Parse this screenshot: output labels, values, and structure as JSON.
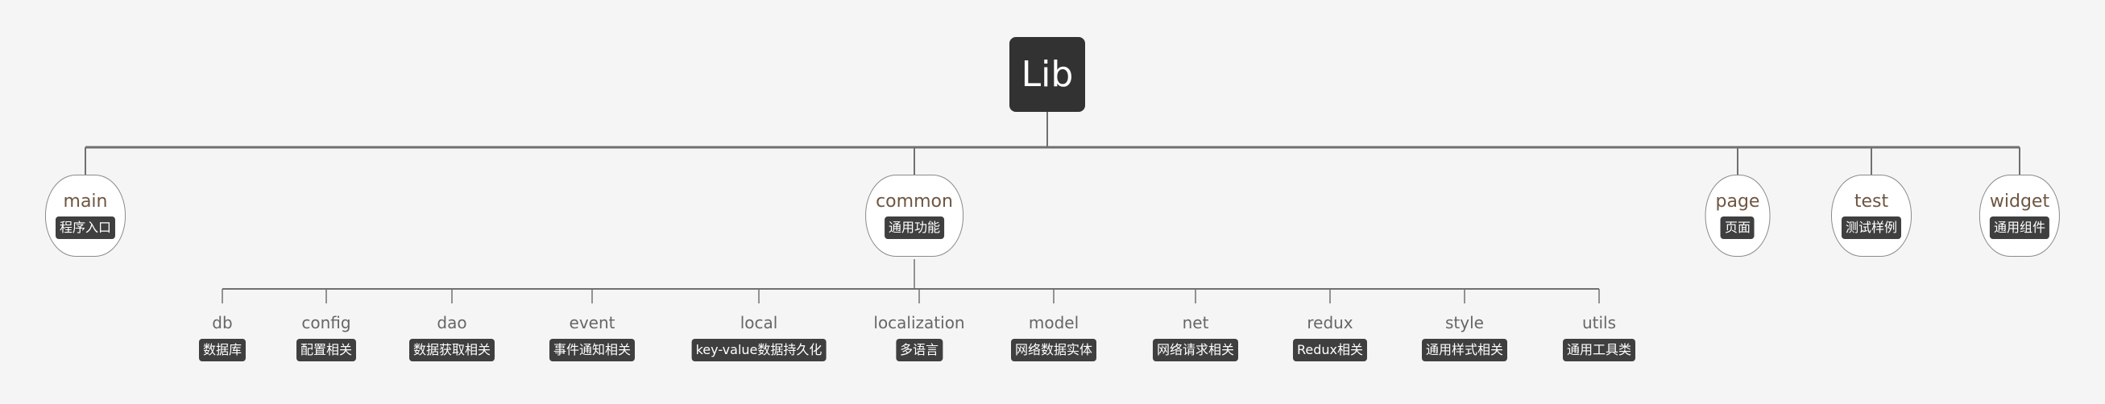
{
  "root": {
    "label": "Lib"
  },
  "modules": [
    {
      "name": "main",
      "note": "程序入口"
    },
    {
      "name": "common",
      "note": "通用功能"
    },
    {
      "name": "page",
      "note": "页面"
    },
    {
      "name": "test",
      "note": "测试样例"
    },
    {
      "name": "widget",
      "note": "通用组件"
    }
  ],
  "common_children": [
    {
      "name": "db",
      "note": "数据库"
    },
    {
      "name": "config",
      "note": "配置相关"
    },
    {
      "name": "dao",
      "note": "数据获取相关"
    },
    {
      "name": "event",
      "note": "事件通知相关"
    },
    {
      "name": "local",
      "note": "key-value数据持久化"
    },
    {
      "name": "localization",
      "note": "多语言"
    },
    {
      "name": "model",
      "note": "网络数据实体"
    },
    {
      "name": "net",
      "note": "网络请求相关"
    },
    {
      "name": "redux",
      "note": "Redux相关"
    },
    {
      "name": "style",
      "note": "通用样式相关"
    },
    {
      "name": "utils",
      "note": "通用工具类"
    }
  ]
}
